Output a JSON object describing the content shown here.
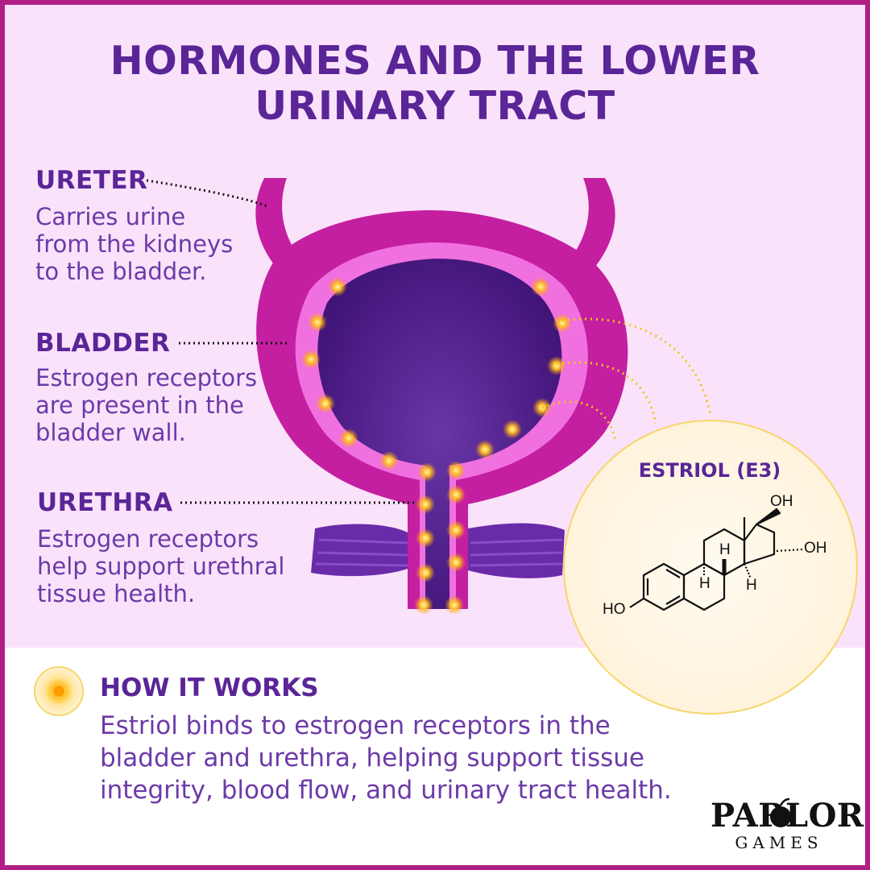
{
  "title": {
    "line1": "HORMONES AND THE LOWER",
    "line2": "URINARY TRACT"
  },
  "ureter": {
    "heading": "URETER",
    "body": [
      "Carries urine",
      "from the kidneys",
      "to the bladder."
    ]
  },
  "bladder": {
    "heading": "BLADDER",
    "body": [
      "Estrogen receptors",
      "are present in the",
      "bladder wall."
    ]
  },
  "urethra": {
    "heading": "URETHRA",
    "body": [
      "Estrogen receptors",
      "help support urethral",
      "tissue health."
    ]
  },
  "estriol": {
    "title": "ESTRIOL (E3)",
    "labels": {
      "oh_top": "OH",
      "oh_right": "OH",
      "ho_left": "HO",
      "h1": "H",
      "h2": "H",
      "h3": "H"
    }
  },
  "how": {
    "heading": "HOW IT WORKS",
    "body": [
      "Estriol binds to estrogen receptors in the",
      "bladder and urethra, helping support tissue",
      "integrity, blood flow, and urinary tract health."
    ]
  },
  "logo": {
    "main": "PARLOR",
    "sub": "GAMES"
  },
  "colors": {
    "border": "#b01f86",
    "title": "#5a2597",
    "text": "#6c3aa8",
    "bladder": "#c41fa0",
    "lining": "#f070e0",
    "interior": "#4b1b86",
    "receptor": "#ffcc33"
  },
  "icons": {
    "receptor": "receptor-glow-icon",
    "logo_apple": "apple-icon"
  }
}
